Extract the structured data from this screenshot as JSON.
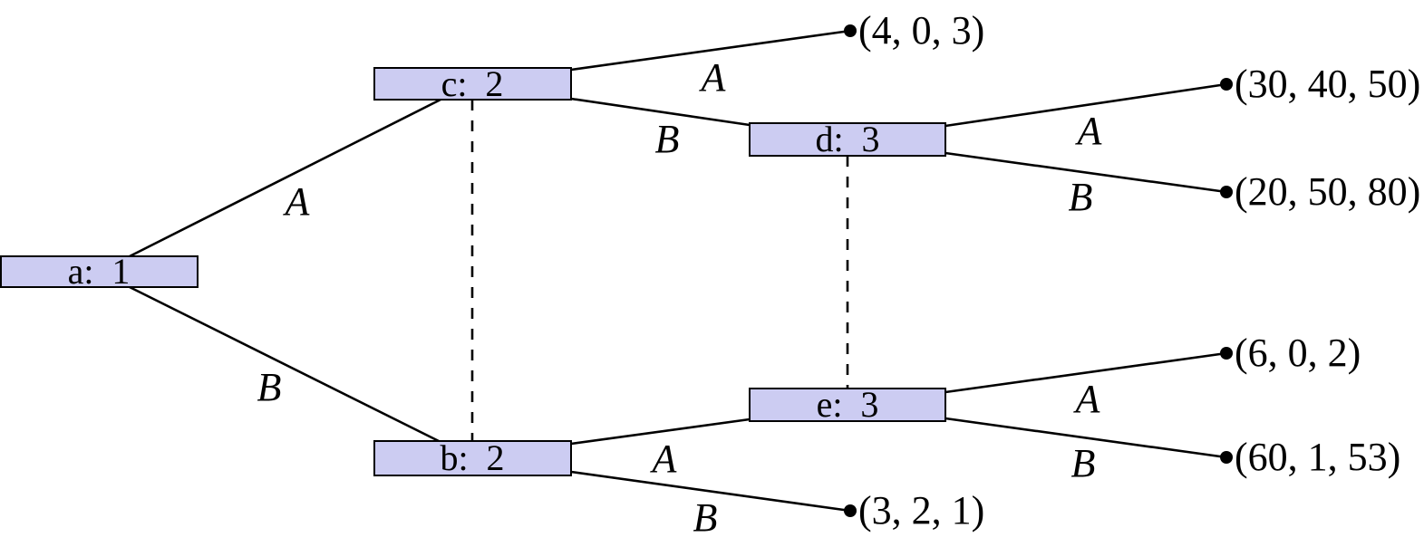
{
  "figure": {
    "kind": "extensive-form-game-tree"
  },
  "colors": {
    "background": "#ffffff",
    "node_fill": "#ccccf2",
    "node_border": "#000000",
    "edge_color": "#000000",
    "text_color": "#000000"
  },
  "tree": {
    "nodes": [
      {
        "id": "a",
        "label": "a:  1",
        "player": "1"
      },
      {
        "id": "c",
        "label": "c:  2",
        "player": "2"
      },
      {
        "id": "b",
        "label": "b:  2",
        "player": "2"
      },
      {
        "id": "d",
        "label": "d:  3",
        "player": "3"
      },
      {
        "id": "e",
        "label": "e:  3",
        "player": "3"
      }
    ],
    "edges": [
      {
        "from": "a",
        "to": "c",
        "label": "A"
      },
      {
        "from": "a",
        "to": "b",
        "label": "B"
      },
      {
        "from": "c",
        "to": "(4, 0, 3)",
        "label": "A"
      },
      {
        "from": "c",
        "to": "d",
        "label": "B"
      },
      {
        "from": "d",
        "to": "(30, 40, 50)",
        "label": "A"
      },
      {
        "from": "d",
        "to": "(20, 50, 80)",
        "label": "B"
      },
      {
        "from": "b",
        "to": "e",
        "label": "A"
      },
      {
        "from": "b",
        "to": "(3, 2, 1)",
        "label": "B"
      },
      {
        "from": "e",
        "to": "(6, 0, 2)",
        "label": "A"
      },
      {
        "from": "e",
        "to": "(60, 1, 53)",
        "label": "B"
      }
    ],
    "terminals": [
      {
        "payoff": "(4, 0, 3)"
      },
      {
        "payoff": "(30, 40, 50)"
      },
      {
        "payoff": "(20, 50, 80)"
      },
      {
        "payoff": "(6, 0, 2)"
      },
      {
        "payoff": "(60, 1, 53)"
      },
      {
        "payoff": "(3, 2, 1)"
      }
    ],
    "info_sets": [
      {
        "between": [
          "c",
          "b"
        ]
      },
      {
        "between": [
          "d",
          "e"
        ]
      }
    ]
  }
}
